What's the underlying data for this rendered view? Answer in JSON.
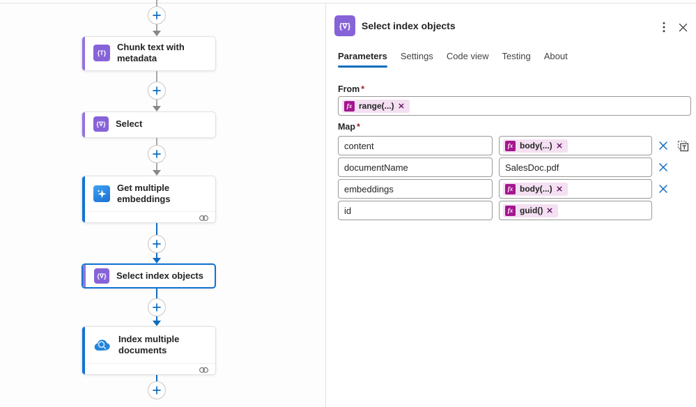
{
  "canvas": {
    "nodes": [
      {
        "label": "Chunk text with metadata",
        "glyph": "{T}",
        "icon": "braces-t-icon",
        "color": "#8763d8"
      },
      {
        "label": "Select",
        "glyph": "{∇}",
        "icon": "braces-select-icon",
        "color": "#8763d8"
      },
      {
        "label": "Get multiple embeddings",
        "icon": "ai-sparkle-icon",
        "color": "#1374d6",
        "has_connection_footer": true
      },
      {
        "label": "Select index objects",
        "glyph": "{∇}",
        "icon": "braces-select-icon",
        "color": "#8763d8",
        "selected": true
      },
      {
        "label": "Index multiple documents",
        "icon": "search-cloud-icon",
        "color": "#1374d6",
        "has_connection_footer": true
      }
    ]
  },
  "panel": {
    "title": "Select index objects",
    "title_glyph": "{∇}",
    "required_marker": "*",
    "tabs": [
      {
        "label": "Parameters",
        "active": true
      },
      {
        "label": "Settings"
      },
      {
        "label": "Code view"
      },
      {
        "label": "Testing"
      },
      {
        "label": "About"
      }
    ],
    "from": {
      "label": "From",
      "token": {
        "badge": "fx",
        "text": "range(...)"
      }
    },
    "map": {
      "label": "Map",
      "rows": [
        {
          "key": "content",
          "token": {
            "badge": "fx",
            "text": "body(...)"
          },
          "deletable": true,
          "has_text_mode_toggle": true
        },
        {
          "key": "documentName",
          "value": "SalesDoc.pdf",
          "deletable": true
        },
        {
          "key": "embeddings",
          "token": {
            "badge": "fx",
            "text": "body(...)"
          },
          "deletable": true
        },
        {
          "key": "id",
          "token": {
            "badge": "fx",
            "text": "guid()"
          },
          "deletable": false
        }
      ]
    }
  },
  "colors": {
    "brand_blue": "#0f6cbd",
    "selected_border": "#1170cf",
    "purple_action": "#8763d8",
    "blue_accent_bar": "#1374d6",
    "expression_badge": "#a4168f",
    "expression_pill_bg": "#f4e0f2",
    "required_asterisk": "#a4262c",
    "connector_gray": "#8a8886"
  }
}
